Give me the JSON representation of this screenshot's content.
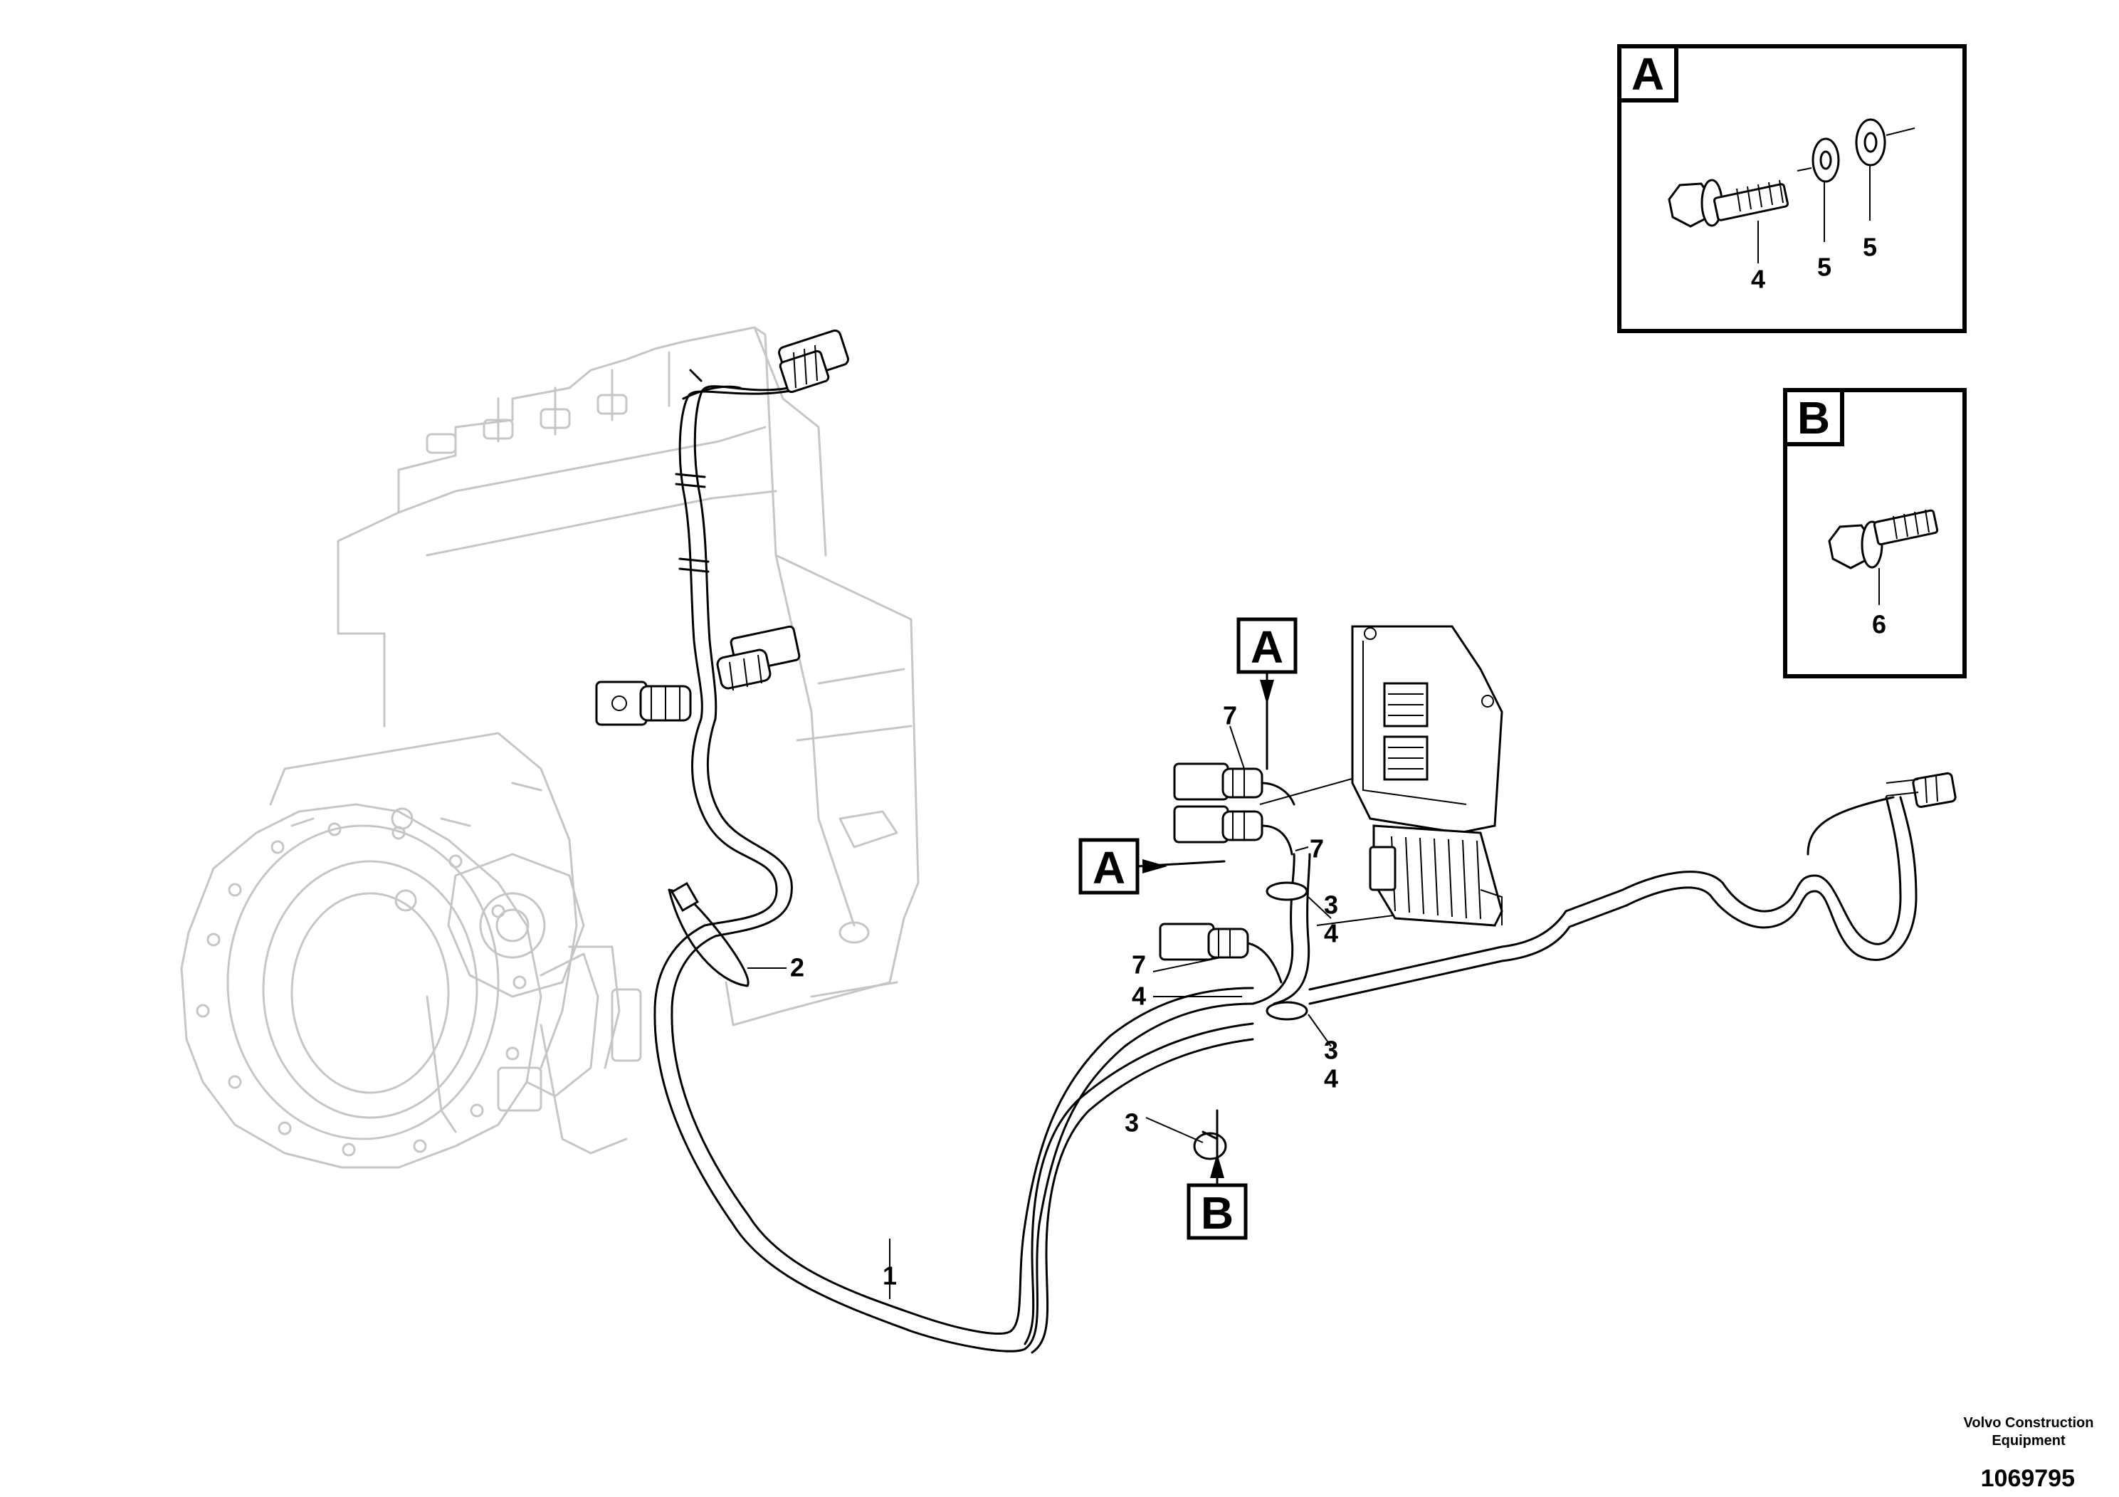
{
  "callouts": {
    "harness": "1",
    "cable_tie": "2",
    "clamp": "3",
    "bolt_flange": "4",
    "washer": "5",
    "bolt_hex": "6",
    "connector": "7"
  },
  "views": {
    "a": {
      "letter": "A",
      "parts": [
        "4",
        "5",
        "5"
      ]
    },
    "b": {
      "letter": "B",
      "parts": [
        "6"
      ]
    }
  },
  "footer": {
    "company_line1": "Volvo Construction",
    "company_line2": "Equipment",
    "doc_number": "1069795"
  }
}
